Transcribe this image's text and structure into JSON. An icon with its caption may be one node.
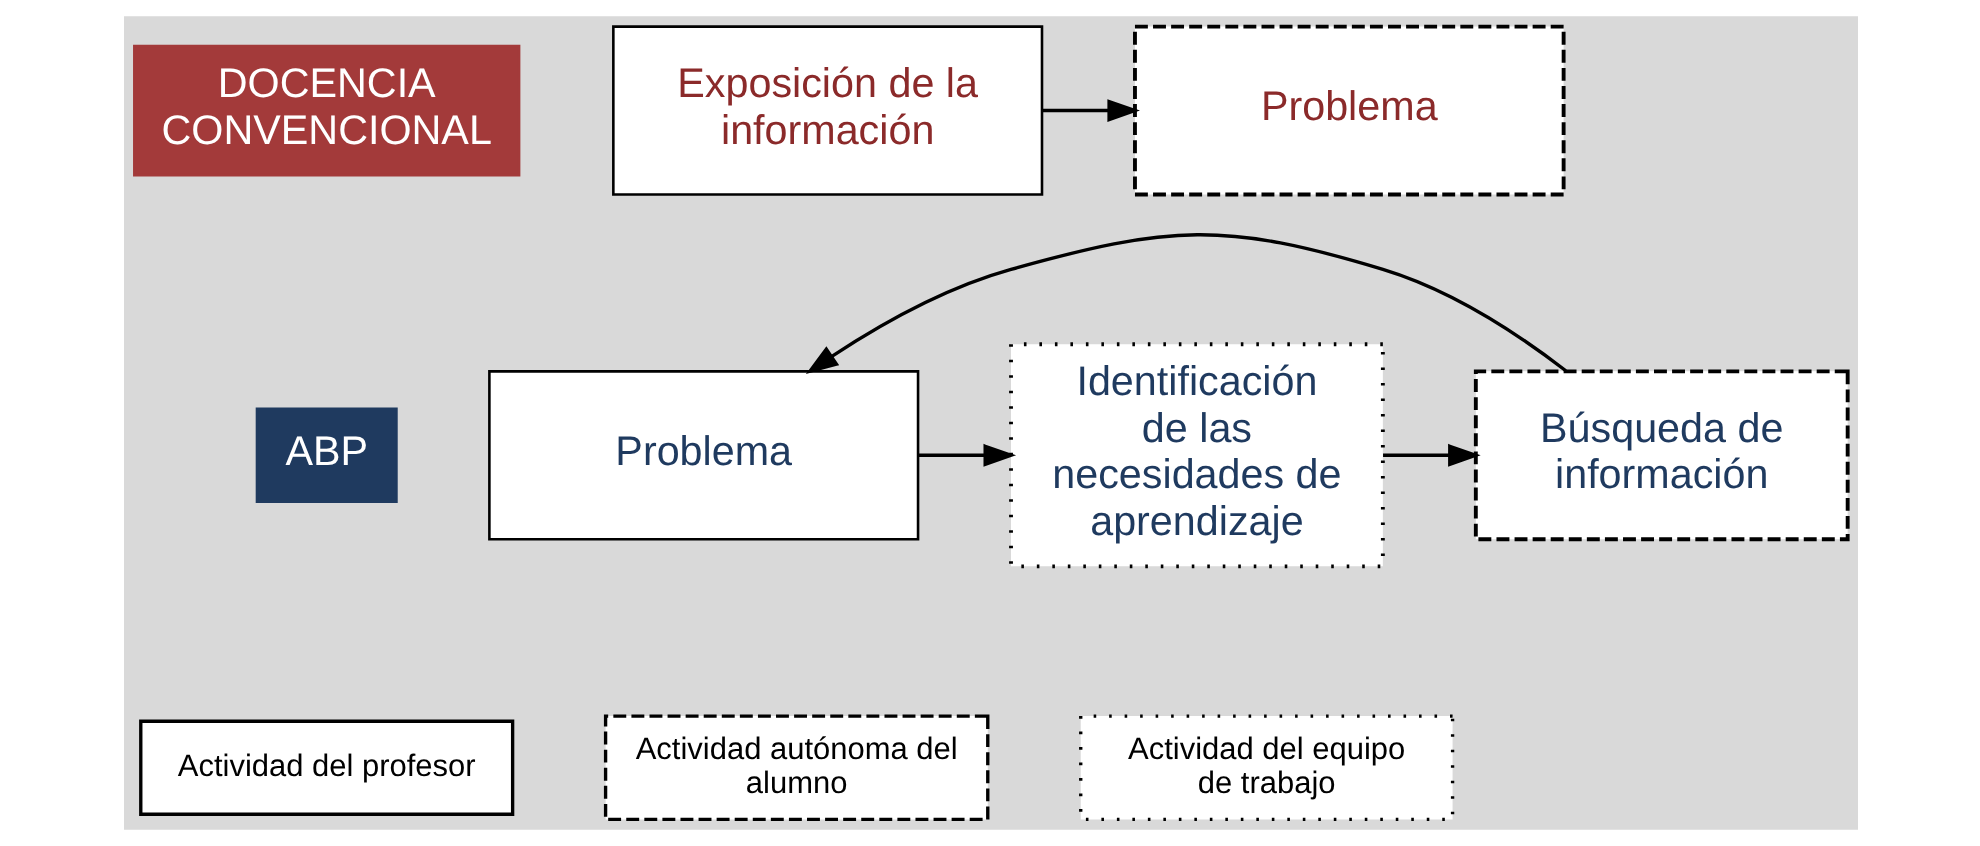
{
  "diagram": {
    "nodes": [
      {
        "text": [
          "DOCENCIA CONVENCIONAL"
        ]
      },
      {
        "text": [
          "Exposición de la información"
        ]
      },
      {
        "text": [
          "Problema"
        ]
      },
      {
        "text": [
          "ABP"
        ]
      },
      {
        "text": [
          "Problema"
        ]
      },
      {
        "text": [
          "Identificación de las necesidades de aprendizaje"
        ]
      },
      {
        "text": [
          "Búsqueda de información"
        ]
      }
    ],
    "edges": [
      {
        "from": 1,
        "to": 2,
        "arrow": "to"
      },
      {
        "from": 4,
        "to": 5,
        "arrow": "to"
      },
      {
        "from": 5,
        "to": 6,
        "arrow": "to"
      },
      {
        "from": 6,
        "to": 4,
        "arrow": "to"
      }
    ],
    "legend": [
      {
        "text": "Actividad del profesor"
      },
      {
        "text": "Actividad autónoma del alumno"
      },
      {
        "text": "Actividad del equipo de trabajo"
      }
    ]
  }
}
